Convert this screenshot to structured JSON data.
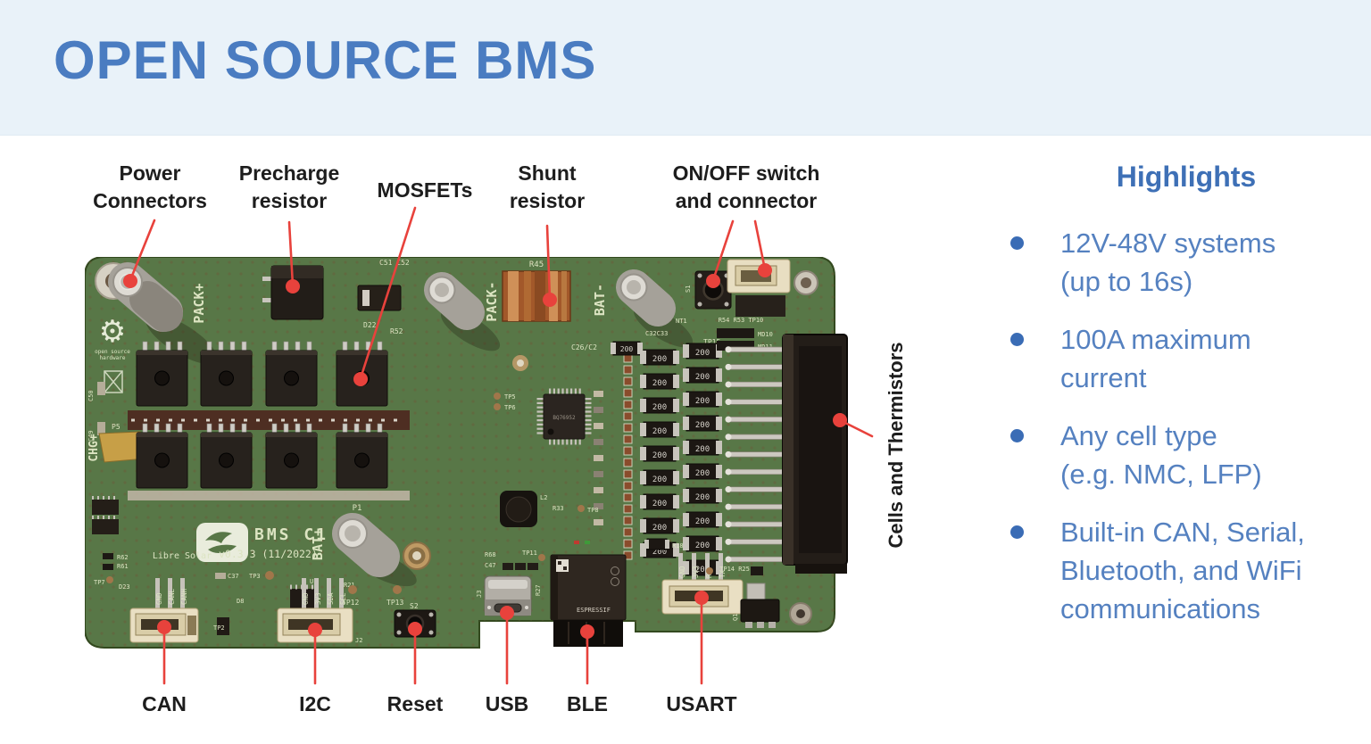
{
  "slide": {
    "title": "OPEN SOURCE BMS"
  },
  "callouts": {
    "top": [
      {
        "lines": [
          "Power",
          "Connectors"
        ]
      },
      {
        "lines": [
          "Precharge",
          "resistor"
        ]
      },
      {
        "lines": [
          "MOSFETs"
        ]
      },
      {
        "lines": [
          "Shunt",
          "resistor"
        ]
      },
      {
        "lines": [
          "ON/OFF switch",
          "and connector"
        ]
      }
    ],
    "bottom": [
      {
        "label": "CAN"
      },
      {
        "label": "I2C"
      },
      {
        "label": "Reset"
      },
      {
        "label": "USB"
      },
      {
        "label": "BLE"
      },
      {
        "label": "USART"
      }
    ],
    "right": {
      "label": "Cells and Thermistors"
    }
  },
  "highlights": {
    "heading": "Highlights",
    "items": [
      {
        "lines": [
          "12V-48V systems",
          "(up to 16s)"
        ]
      },
      {
        "lines": [
          "100A maximum",
          "current"
        ]
      },
      {
        "lines": [
          "Any cell type",
          "(e.g. NMC, LFP)"
        ]
      },
      {
        "lines": [
          "Built-in CAN, Serial,",
          "Bluetooth, and WiFi",
          "communications"
        ]
      }
    ]
  },
  "board": {
    "brand": "Libre Solar",
    "model": "BMS C1",
    "version": "v0.3.3 (11/2022)",
    "oshw_line1": "open source",
    "oshw_line2": "hardware",
    "resistor_marking": "200",
    "mcu_marking": "BQ76952",
    "esp_marking": "ESPRESSIF",
    "can_pins": [
      "GND",
      "CANL",
      "CANH"
    ],
    "i2c_pins": [
      "GND",
      "3V3",
      "SDA",
      "SCL"
    ],
    "usart_pins": [
      "GND",
      "3V3",
      "RX",
      "TX"
    ],
    "silkscreen": {
      "pack_plus": "PACK+",
      "pack_minus": "PACK-",
      "bat_minus": "BAT-",
      "bat_plus": "BAT+",
      "chg_plus": "CHG+",
      "p1": "P1",
      "p5": "P5",
      "r45": "R45",
      "s1": "S1",
      "s2": "S2",
      "nt1": "NT1",
      "j2": "J2",
      "j3": "J3",
      "c51_c52": "C51 C52",
      "r52": "R52",
      "d22": "D22",
      "tp15": "TP15",
      "c26_c2": "C26/C2",
      "c32_c33": "C32C33",
      "r54_r53_tp10": "R54 R53 TP10",
      "md10": "MD10",
      "md11": "MD11",
      "tp12": "TP12",
      "tp13": "TP13",
      "tp14_r25": "TP14 R25",
      "r18": "R18",
      "r27": "R27",
      "tp11": "TP11",
      "r68": "R68",
      "c47": "C47",
      "c37": "C37",
      "tp3": "TP3",
      "r21": "R21",
      "u1": "U1",
      "d8": "D8",
      "r62": "R62",
      "r61": "R61",
      "tp7": "TP7",
      "d23": "D23",
      "c50": "C50",
      "c49": "C49",
      "q1": "Q1",
      "tp2": "TP2",
      "tp5": "TP5",
      "tp6": "TP6",
      "r33": "R33",
      "tp8": "TP8",
      "l2": "L2"
    }
  },
  "colors": {
    "accent_red": "#E8423C",
    "title_blue": "#4A7CC1",
    "highlight_blue": "#5581C0",
    "bullet_blue": "#3A6CB5",
    "header_bg": "#E9F2F9",
    "pcb_green": "#587747"
  }
}
